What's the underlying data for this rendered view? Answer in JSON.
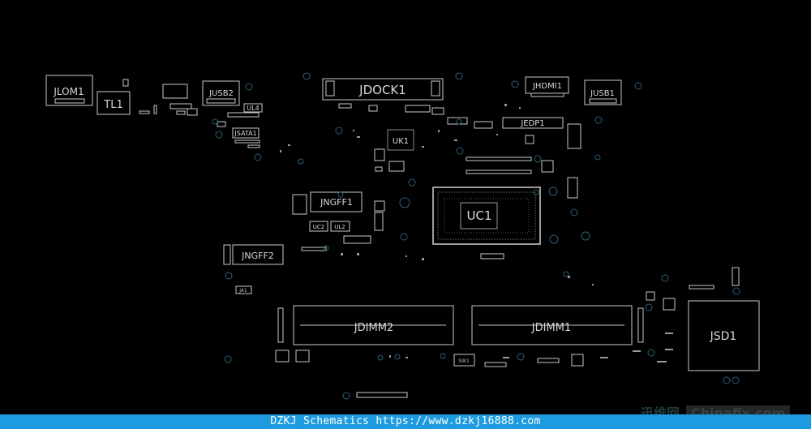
{
  "labels": {
    "jlom1": "JLOM1",
    "tl1": "TL1",
    "jusb2": "JUSB2",
    "ul4": "UL4",
    "jsata1": "JSATA1",
    "jdock1": "JDOCK1",
    "uk1": "UK1",
    "jhdmi1": "JHDMI1",
    "jusb1": "JUSB1",
    "jedp1": "JEDP1",
    "jngff1": "JNGFF1",
    "uc2": "UC2",
    "ul2": "UL2",
    "uc1": "UC1",
    "jngff2": "JNGFF2",
    "jdimm2": "JDIMM2",
    "jdimm1": "JDIMM1",
    "jsd1": "JSD1",
    "sw1": "SW1",
    "ja1": "JA1"
  },
  "footer": {
    "text": "DZKJ Schematics https://www.dzkj16888.com"
  },
  "watermark": {
    "cn": "迅维网",
    "en": "Chinafix.com"
  },
  "colors": {
    "background": "#000000",
    "outline": "#bfbfbf",
    "footer_bg": "#1e9be0"
  }
}
